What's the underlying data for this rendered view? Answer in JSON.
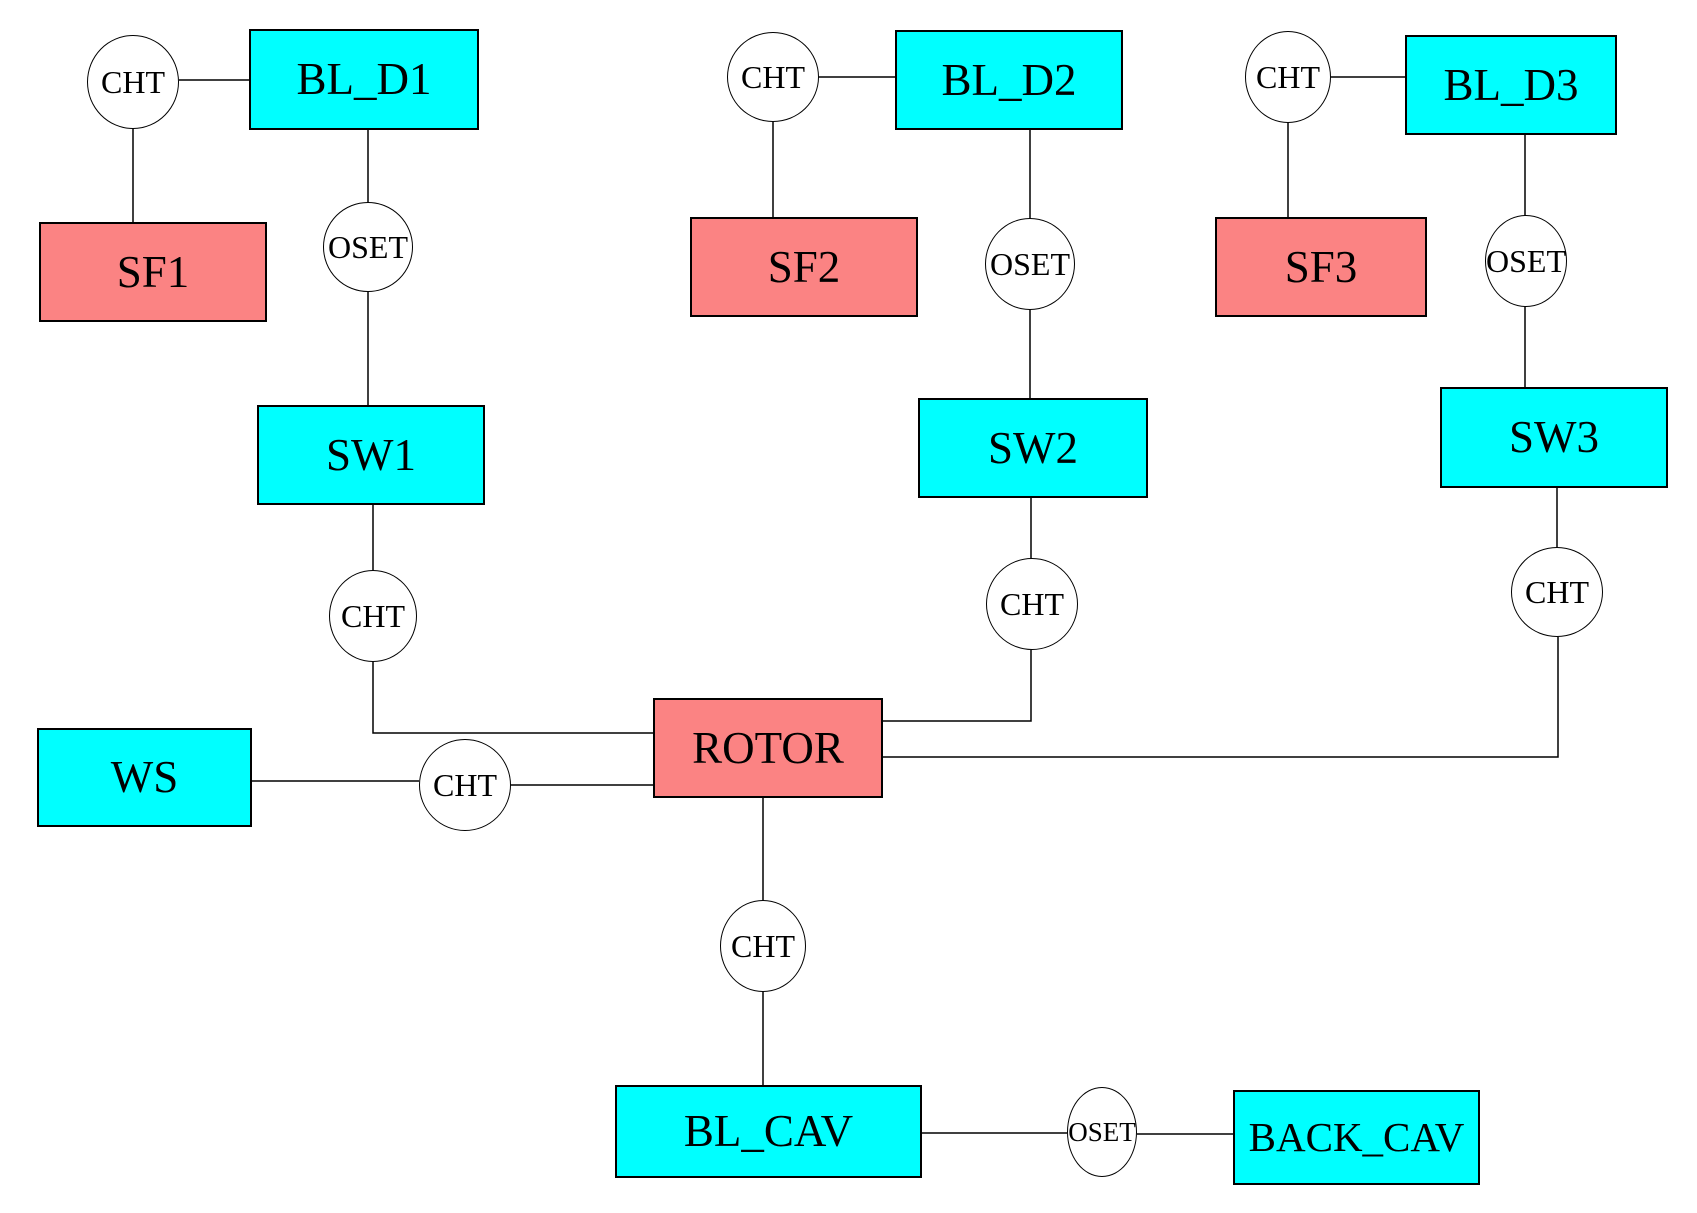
{
  "diagram": {
    "title_hint": "component coupling diagram",
    "colors": {
      "background": "#ffffff",
      "component_fill": "#00ffff",
      "interface_fill": "#fb8383",
      "connector_fill": "#ffffff",
      "stroke": "#000000"
    },
    "nodes": {
      "bl_d1": {
        "label": "BL_D1",
        "kind": "component"
      },
      "bl_d2": {
        "label": "BL_D2",
        "kind": "component"
      },
      "bl_d3": {
        "label": "BL_D3",
        "kind": "component"
      },
      "sw1": {
        "label": "SW1",
        "kind": "component"
      },
      "sw2": {
        "label": "SW2",
        "kind": "component"
      },
      "sw3": {
        "label": "SW3",
        "kind": "component"
      },
      "ws": {
        "label": "WS",
        "kind": "component"
      },
      "bl_cav": {
        "label": "BL_CAV",
        "kind": "component"
      },
      "back_cav": {
        "label": "BACK_CAV",
        "kind": "component"
      },
      "sf1": {
        "label": "SF1",
        "kind": "interface"
      },
      "sf2": {
        "label": "SF2",
        "kind": "interface"
      },
      "sf3": {
        "label": "SF3",
        "kind": "interface"
      },
      "rotor": {
        "label": "ROTOR",
        "kind": "interface"
      }
    },
    "connectors": {
      "cht_bl_d1": {
        "label": "CHT"
      },
      "cht_bl_d2": {
        "label": "CHT"
      },
      "cht_bl_d3": {
        "label": "CHT"
      },
      "oset_bl_d1": {
        "label": "OSET"
      },
      "oset_bl_d2": {
        "label": "OSET"
      },
      "oset_bl_d3": {
        "label": "OSET"
      },
      "cht_sw1": {
        "label": "CHT"
      },
      "cht_sw2": {
        "label": "CHT"
      },
      "cht_sw3": {
        "label": "CHT"
      },
      "cht_ws": {
        "label": "CHT"
      },
      "cht_rotor": {
        "label": "CHT"
      },
      "oset_bl_cav": {
        "label": "OSET"
      }
    },
    "connections": [
      {
        "from": "SF1",
        "via": "CHT",
        "to": "BL_D1"
      },
      {
        "from": "BL_D1",
        "via": "OSET",
        "to": "SW1"
      },
      {
        "from": "SW1",
        "via": "CHT",
        "to": "ROTOR"
      },
      {
        "from": "SF2",
        "via": "CHT",
        "to": "BL_D2"
      },
      {
        "from": "BL_D2",
        "via": "OSET",
        "to": "SW2"
      },
      {
        "from": "SW2",
        "via": "CHT",
        "to": "ROTOR"
      },
      {
        "from": "SF3",
        "via": "CHT",
        "to": "BL_D3"
      },
      {
        "from": "BL_D3",
        "via": "OSET",
        "to": "SW3"
      },
      {
        "from": "SW3",
        "via": "CHT",
        "to": "ROTOR"
      },
      {
        "from": "WS",
        "via": "CHT",
        "to": "ROTOR"
      },
      {
        "from": "ROTOR",
        "via": "CHT",
        "to": "BL_CAV"
      },
      {
        "from": "BL_CAV",
        "via": "OSET",
        "to": "BACK_CAV"
      }
    ]
  }
}
